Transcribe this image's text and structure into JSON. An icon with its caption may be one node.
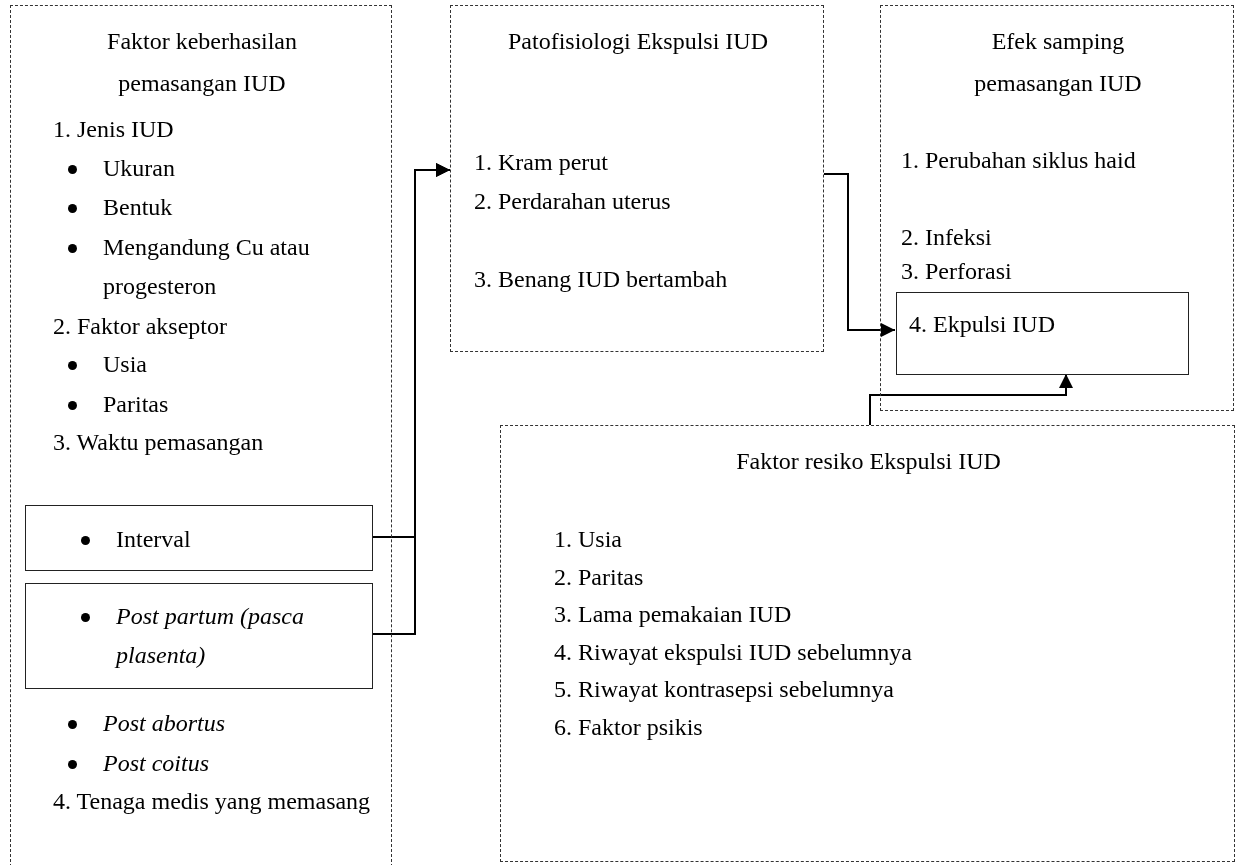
{
  "diagram": {
    "nodes": [
      {
        "text": [
          "Faktor keberhasilan pemasangan IUD",
          "1. Jenis IUD",
          "Ukuran",
          "Bentuk",
          "Mengandung Cu atau progesteron",
          "2. Faktor akseptor",
          "Usia",
          "Paritas",
          "3. Waktu pemasangan",
          "Post abortus",
          "Post coitus",
          "4. Tenaga medis yang memasang"
        ]
      },
      {
        "text": [
          "Interval"
        ],
        "in": 0
      },
      {
        "text": [
          "Post partum (pasca plasenta)"
        ],
        "in": 0
      },
      {
        "text": [
          "Patofisiologi Ekspulsi IUD",
          "1. Kram perut",
          "2. Perdarahan uterus",
          "3. Benang IUD bertambah"
        ]
      },
      {
        "text": [
          "Efek samping pemasangan IUD",
          "1. Perubahan siklus haid",
          "2. Infeksi",
          "3. Perforasi"
        ]
      },
      {
        "text": [
          "4. Ekpulsi IUD"
        ],
        "in": 4
      },
      {
        "text": [
          "Faktor resiko Ekspulsi IUD",
          "1. Usia",
          "2. Paritas",
          "3. Lama pemakaian IUD",
          "4. Riwayat ekspulsi IUD sebelumnya",
          "5. Riwayat kontrasepsi sebelumnya",
          "6. Faktor psikis"
        ]
      }
    ],
    "edges": [
      {
        "from": 1,
        "to": 3,
        "arrow": "to"
      },
      {
        "from": 2,
        "to": 3,
        "arrow": "to"
      },
      {
        "from": 3,
        "to": 5,
        "arrow": "to"
      },
      {
        "from": 6,
        "to": 5,
        "arrow": "to"
      }
    ]
  }
}
